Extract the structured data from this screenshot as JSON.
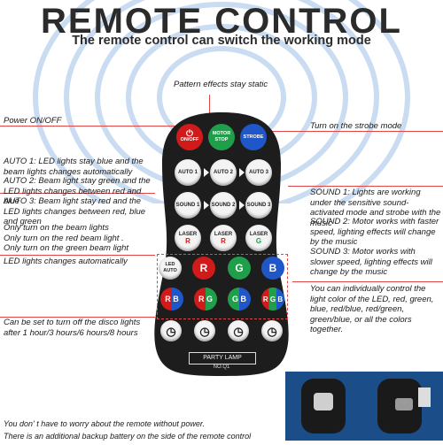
{
  "title": "REMOTE CONTROL",
  "subtitle": "The remote control can switch the working mode",
  "annotations": {
    "pattern_static": "Pattern effects stay static",
    "power": "Power ON/OFF",
    "strobe": "Turn on the strobe mode",
    "auto1": "AUTO 1: LED lights stay blue and the beam lights changes automatically",
    "auto2": "AUTO 2: Beam light stay green and the LED lights changes between red and blue",
    "auto3": "AUTO 3: Beam light stay red and the LED lights changes between red, blue and green",
    "beam_only": "Only turn on the beam lights",
    "red_beam": "Only turn on the red beam light .",
    "green_beam": "Only turn on the green beam light",
    "led_auto": "LED lights changes automatically",
    "sound1": "SOUND 1: Lights are working under the sensitive sound-activated mode and strobe with the music",
    "sound2": "SOUND 2: Motor works with faster speed, lighting effects will change by the music",
    "sound3": "SOUND 3: Motor works with slower speed, lighting effects will change by the music",
    "individual": "You can individually control the light color of the LED, red, green, blue, red/blue, red/green, green/blue, or all the colors together.",
    "timer": "Can be set to turn off the disco lights after 1 hour/3 hours/6 hours/8 hours",
    "battery_1": "You don' t have to worry about the remote without power.",
    "battery_2": "There is an additional backup battery on the side of the remote control"
  },
  "remote": {
    "row1": [
      "ON/OFF",
      "MOTOR STOP",
      "STROBE"
    ],
    "auto": [
      "AUTO 1",
      "AUTO 2",
      "AUTO 3"
    ],
    "sound": [
      "SOUND 1",
      "SOUND 2",
      "SOUND 3"
    ],
    "laser": [
      "LASER",
      "LASER",
      "LASER"
    ],
    "laser_sub": [
      "R",
      "R",
      "G"
    ],
    "led_auto": "LED AUTO",
    "color_row1": [
      "R",
      "G",
      "B"
    ],
    "color_row2": [
      "R B",
      "R G",
      "G B",
      "R G B"
    ],
    "brand": "PARTY LAMP",
    "model": "NO.Q1"
  },
  "colors": {
    "red": "#d11a1a",
    "green": "#1f9f4a",
    "blue": "#1f56c8",
    "remote_body": "#1d1d1d",
    "wave": "#bcd4ee"
  }
}
